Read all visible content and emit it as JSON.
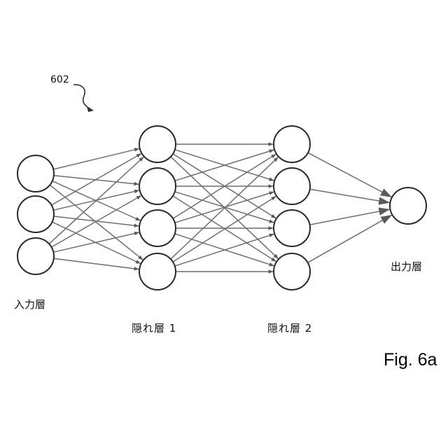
{
  "figure": {
    "reference_numeral": "602",
    "caption": "Fig. 6a"
  },
  "layers": [
    {
      "label": "入力層",
      "node_count": 3
    },
    {
      "label": "隠れ層 1",
      "node_count": 4
    },
    {
      "label": "隠れ層 2",
      "node_count": 4
    },
    {
      "label": "出力層",
      "node_count": 1
    }
  ],
  "colors": {
    "node_stroke": "#2a2a2a",
    "edge": "#6e6e6e",
    "arrowhead": "#5a5a5a",
    "text": "#111111"
  },
  "connectivity": "fully-connected"
}
